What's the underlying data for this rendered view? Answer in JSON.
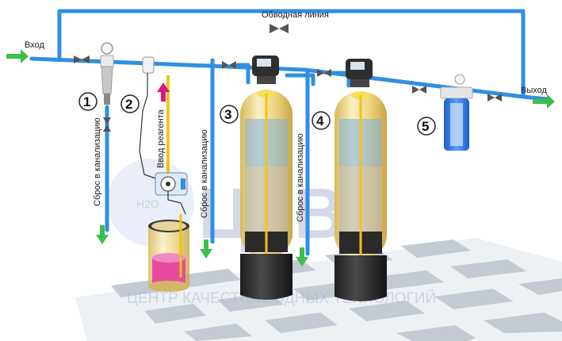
{
  "labels": {
    "bypass": "Обводная линия",
    "inlet": "Вход",
    "outlet": "Выход",
    "drain1": "Сброс в канализацию",
    "drain2": "Сброс в канализацию",
    "drain3": "Сброс в канализацию",
    "reagent": "Ввод реагента"
  },
  "numbers": [
    "1",
    "2",
    "3",
    "4",
    "5"
  ],
  "watermark": {
    "logo": "ЦКВТ",
    "h2o": "H2O",
    "tagline": "ЦЕНТР КАЧЕСТВА ВОДНЫХ ТЕХНОЛОГИЙ"
  },
  "colors": {
    "pipe": "#2f8fe0",
    "arrow": "#3cbf4a",
    "reagent_arrow": "#e0157f",
    "tank_body": "#f0d98a",
    "tank_base": "#2c2c2c",
    "floor": "#c9cfd6"
  }
}
